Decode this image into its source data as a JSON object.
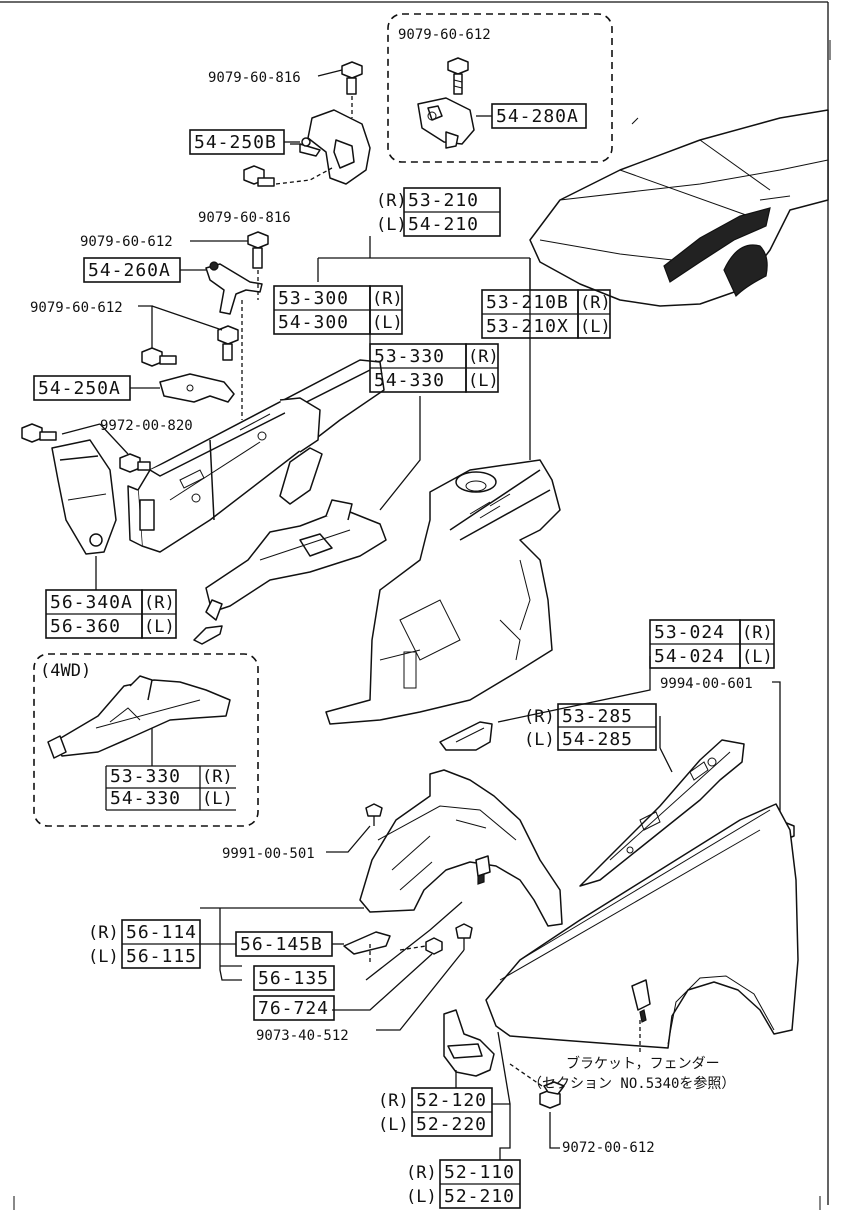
{
  "labels": {
    "p1": "9079-60-612",
    "p2": "54-280A",
    "p3": "9079-60-816",
    "p4": "54-250B",
    "p5": "9079-60-816",
    "p6_side": "(R)",
    "p6": "53-210",
    "p7_side": "(L)",
    "p7": "54-210",
    "p8": "9079-60-612",
    "p9": "54-260A",
    "p10": "53-300",
    "p10_side": "(R)",
    "p11": "54-300",
    "p11_side": "(L)",
    "p12": "9079-60-612",
    "p13": "53-330",
    "p13_side": "(R)",
    "p14": "54-330",
    "p14_side": "(L)",
    "p15": "53-210B",
    "p15_side": "(R)",
    "p16": "53-210X",
    "p16_side": "(L)",
    "p17": "54-250A",
    "p18": "9972-00-820",
    "p19": "56-340A",
    "p19_side": "(R)",
    "p20": "56-360",
    "p20_side": "(L)",
    "p21": "(4WD)",
    "p22": "53-330",
    "p22_side": "(R)",
    "p23": "54-330",
    "p23_side": "(L)",
    "p24": "53-024",
    "p24_side": "(R)",
    "p25": "54-024",
    "p25_side": "(L)",
    "p26": "9994-00-601",
    "p27_side": "(R)",
    "p27": "53-285",
    "p28_side": "(L)",
    "p28": "54-285",
    "p29": "9991-00-501",
    "p30_side": "(R)",
    "p30": "56-114",
    "p31_side": "(L)",
    "p31": "56-115",
    "p32": "56-145B",
    "p33": "56-135",
    "p34": "76-724",
    "p35": "9073-40-512",
    "note1": "ブラケット，フェンダー",
    "note2": "（セクション NO.5340を参照）",
    "p36_side": "(R)",
    "p36": "52-120",
    "p37_side": "(L)",
    "p37": "52-220",
    "p38": "9072-00-612",
    "p39_side": "(R)",
    "p39": "52-110",
    "p40_side": "(L)",
    "p40": "52-210"
  }
}
